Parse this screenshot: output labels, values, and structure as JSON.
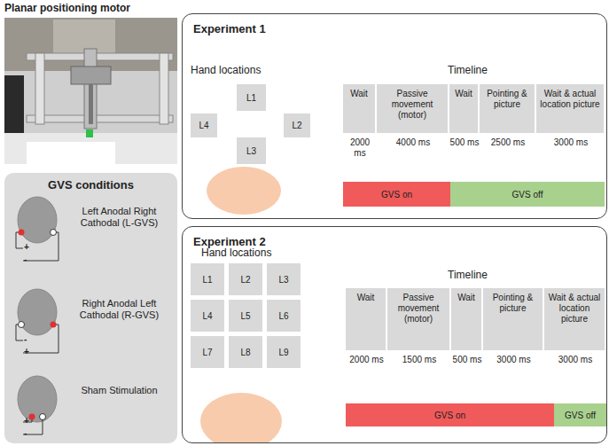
{
  "diagram": {
    "nodes": [
      {
        "text": [
          "GVS conditions"
        ]
      },
      {
        "text": [
          "Experiment 1"
        ]
      },
      {
        "text": [
          "L1"
        ],
        "in": 1
      },
      {
        "text": [
          "L4"
        ],
        "in": 1
      },
      {
        "text": [
          "L2"
        ],
        "in": 1
      },
      {
        "text": [
          "L3"
        ],
        "in": 1
      },
      {
        "text": [
          "Wait"
        ],
        "in": 1
      },
      {
        "text": [
          "Passive movement (motor)"
        ],
        "in": 1
      },
      {
        "text": [
          "Wait"
        ],
        "in": 1
      },
      {
        "text": [
          "Pointing & picture"
        ],
        "in": 1
      },
      {
        "text": [
          "Wait & actual location picture"
        ],
        "in": 1
      },
      {
        "text": [
          "GVS on"
        ],
        "in": 1
      },
      {
        "text": [
          "GVS off"
        ],
        "in": 1
      },
      {
        "text": [
          "Experiment 2"
        ]
      },
      {
        "text": [
          "L1"
        ],
        "in": 13
      },
      {
        "text": [
          "L2"
        ],
        "in": 13
      },
      {
        "text": [
          "L3"
        ],
        "in": 13
      },
      {
        "text": [
          "L4"
        ],
        "in": 13
      },
      {
        "text": [
          "L5"
        ],
        "in": 13
      },
      {
        "text": [
          "L6"
        ],
        "in": 13
      },
      {
        "text": [
          "L7"
        ],
        "in": 13
      },
      {
        "text": [
          "L8"
        ],
        "in": 13
      },
      {
        "text": [
          "L9"
        ],
        "in": 13
      },
      {
        "text": [
          "Wait"
        ],
        "in": 13
      },
      {
        "text": [
          "Passive movement (motor)"
        ],
        "in": 13
      },
      {
        "text": [
          "Wait"
        ],
        "in": 13
      },
      {
        "text": [
          "Pointing & picture"
        ],
        "in": 13
      },
      {
        "text": [
          "Wait & actual location picture"
        ],
        "in": 13
      },
      {
        "text": [
          "GVS on"
        ],
        "in": 13
      },
      {
        "text": [
          "GVS off"
        ],
        "in": 13
      }
    ],
    "labels": [
      "Planar positioning motor",
      "Hand locations",
      "Timeline",
      "2000 ms",
      "4000 ms",
      "500 ms",
      "2500 ms",
      "3000 ms",
      "Hand locations",
      "Timeline",
      "2000 ms",
      "1500 ms",
      "500 ms",
      "3000 ms",
      "3000 ms",
      "Left Anodal Right Cathodal (L-GVS)",
      "Right Anodal Left Cathodal (R-GVS)",
      "Sham Stimulation",
      "+",
      "-",
      "-",
      "+",
      "+",
      "-"
    ]
  }
}
